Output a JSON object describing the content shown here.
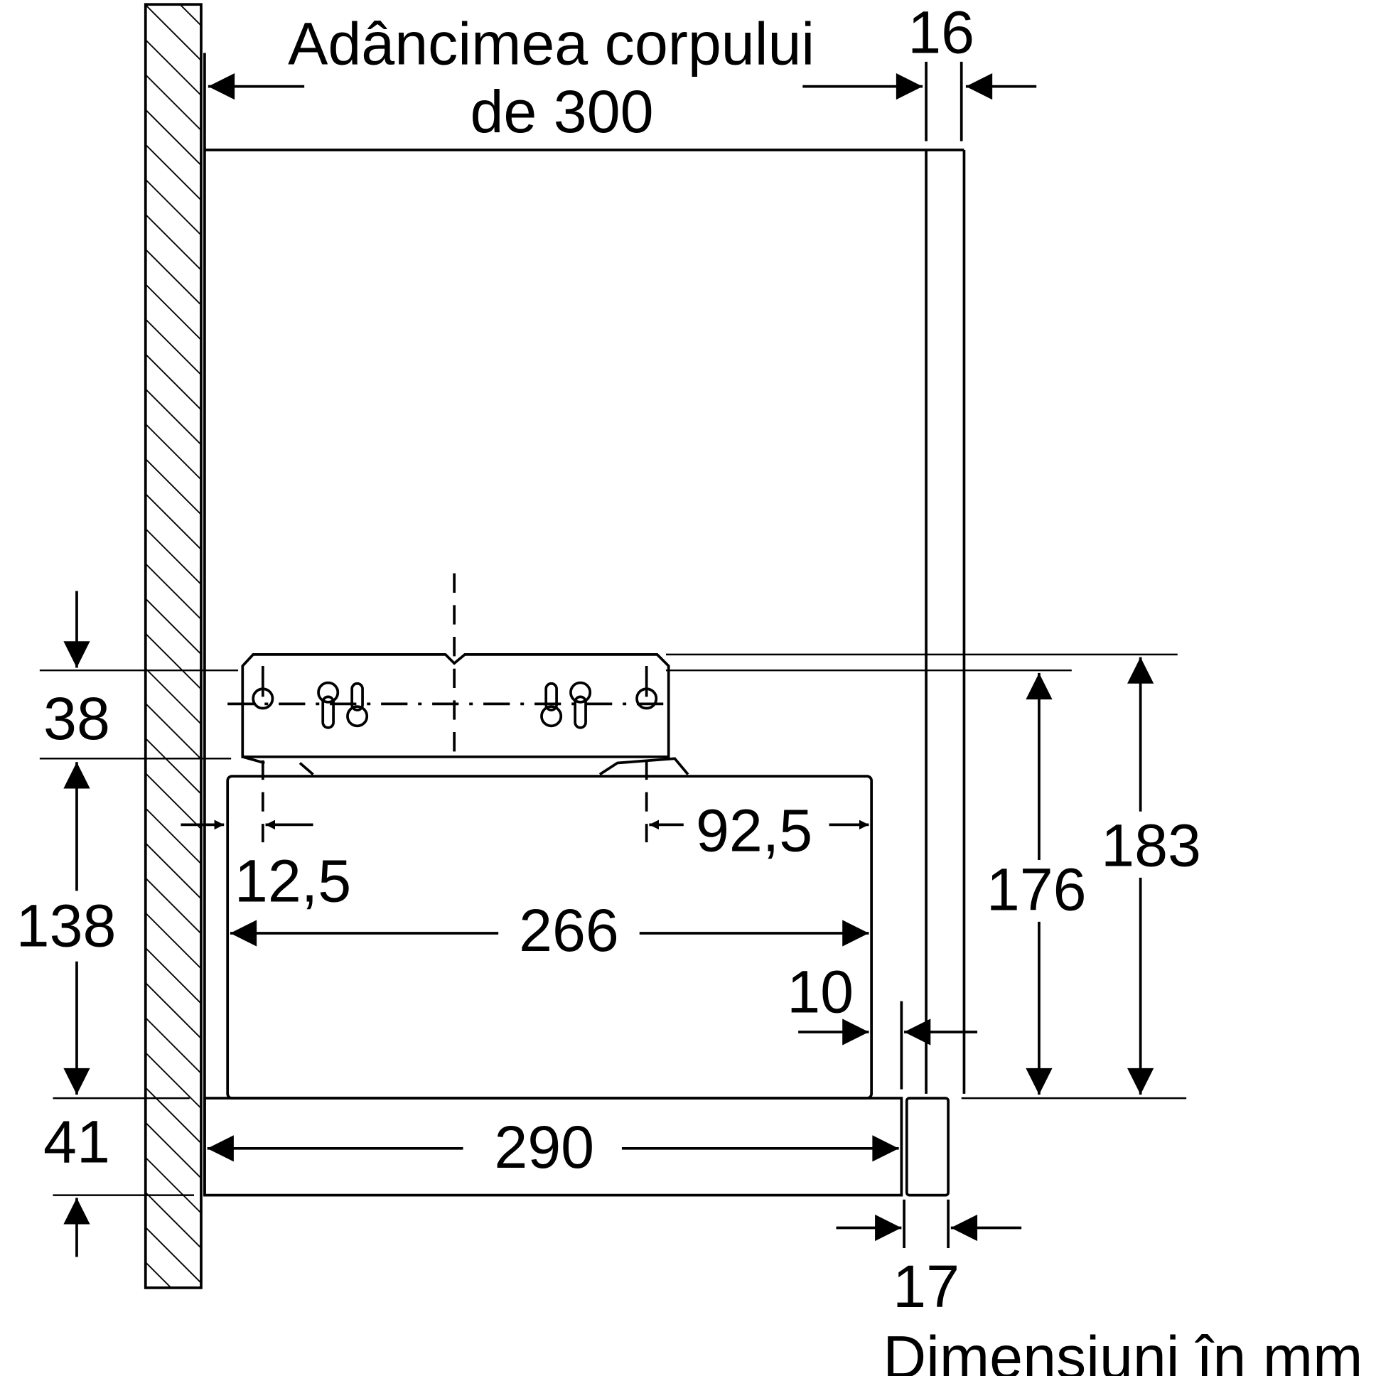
{
  "title_line1": "Adâncimea corpului",
  "title_line2": "de 300",
  "dims": {
    "d16": "16",
    "d38": "38",
    "d138": "138",
    "d41": "41",
    "d12_5": "12,5",
    "d92_5": "92,5",
    "d266": "266",
    "d10": "10",
    "d290": "290",
    "d17": "17",
    "d176": "176",
    "d183": "183"
  },
  "units_note": "Dimensiuni în mm"
}
